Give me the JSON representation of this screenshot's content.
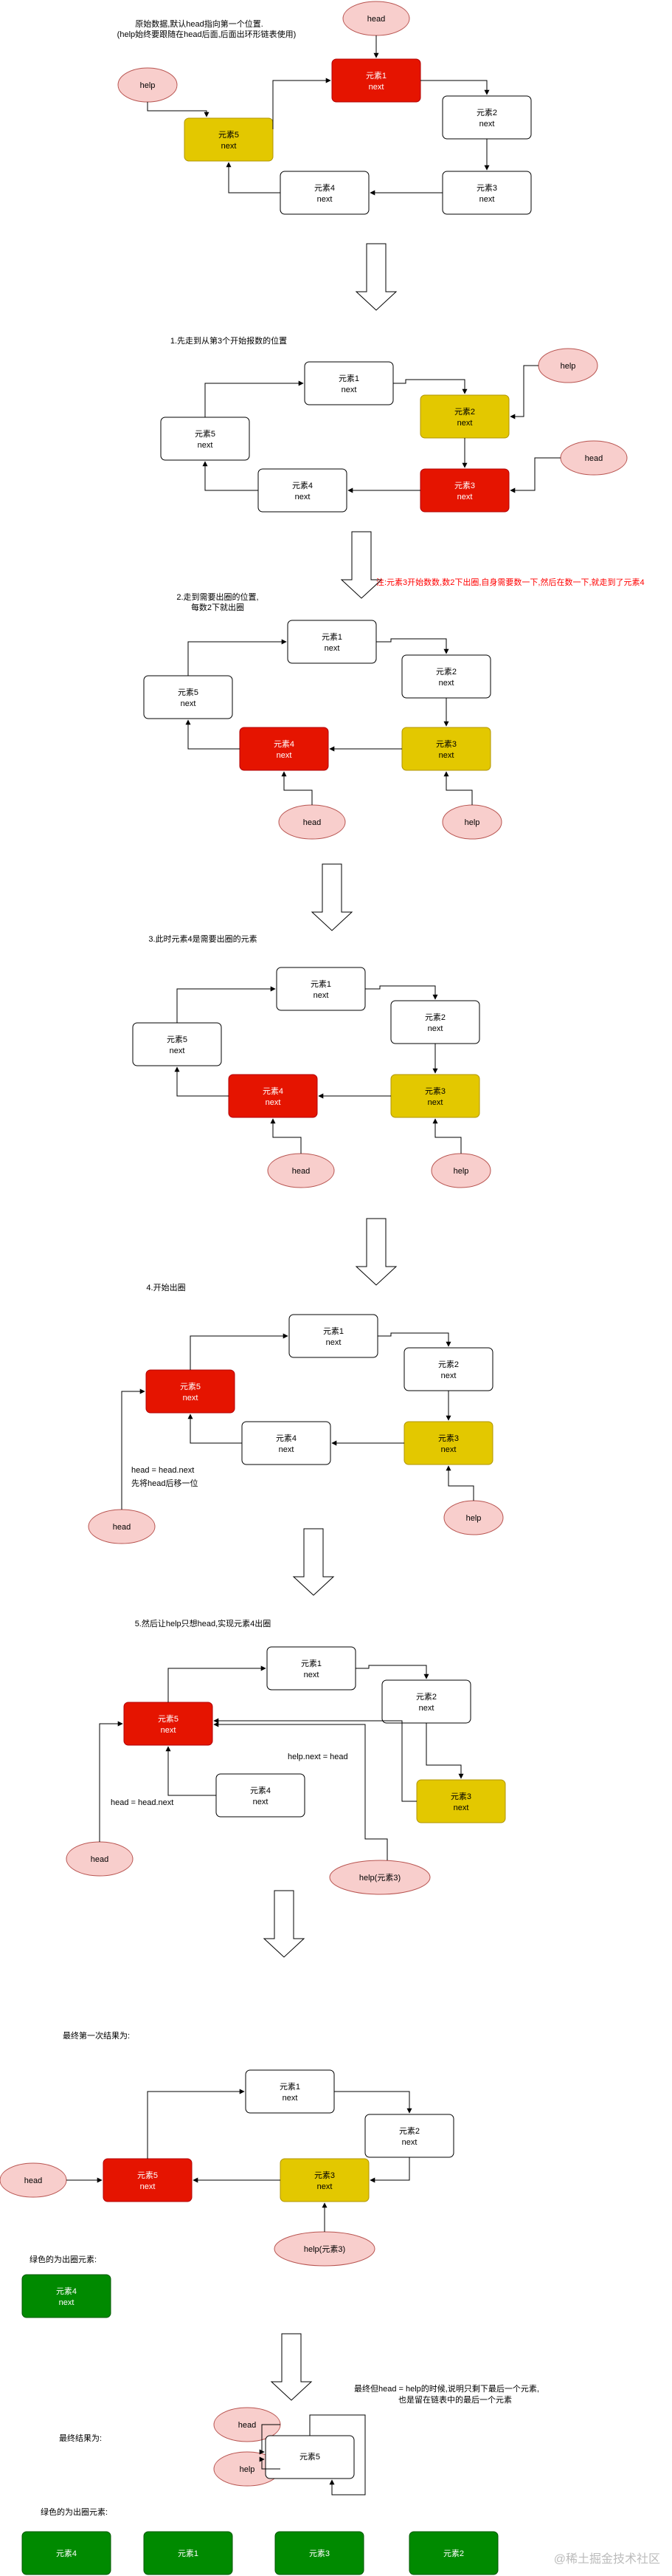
{
  "texts": {
    "intro1": "原始数据,默认head指向第一个位置.",
    "intro2": "(help始终要跟随在head后面,后面出环形链表使用)",
    "step1": "1.先走到从第3个开始报数的位置",
    "step2a": "2.走到需要出圈的位置,",
    "step2b": "每数2下就出圈",
    "note2": "注:元素3开始数数,数2下出圈,自身需要数一下,然后在数一下,就走到了元素4",
    "step3": "3.此时元素4是需要出圈的元素",
    "step4": "4.开始出圈",
    "headnext": "head = head.next",
    "headmove": "先将head后移一位",
    "step5": "5.然后让help只想head,实现元素4出圈",
    "helpnext": "help.next = head",
    "first_result": "最终第一次结果为:",
    "green_out1": "绿色的为出圈元素:",
    "final_note1": "最终但head = help的时候,说明只剩下最后一个元素,",
    "final_note2": "也是留在链表中的最后一个元素",
    "final_result": "最终结果为:",
    "green_out2": "绿色的为出圈元素:",
    "watermark": "@稀土掘金技术社区"
  },
  "node_labels": {
    "e1": "元素1",
    "e2": "元素2",
    "e3": "元素3",
    "e4": "元素4",
    "e5": "元素5",
    "next": "next",
    "head": "head",
    "help": "help",
    "help3": "help(元素3)"
  },
  "colors": {
    "red": "#e51400",
    "yellow": "#e3c800",
    "green": "#008a00",
    "pink": "#f8cecc",
    "pink_border": "#b85450"
  }
}
